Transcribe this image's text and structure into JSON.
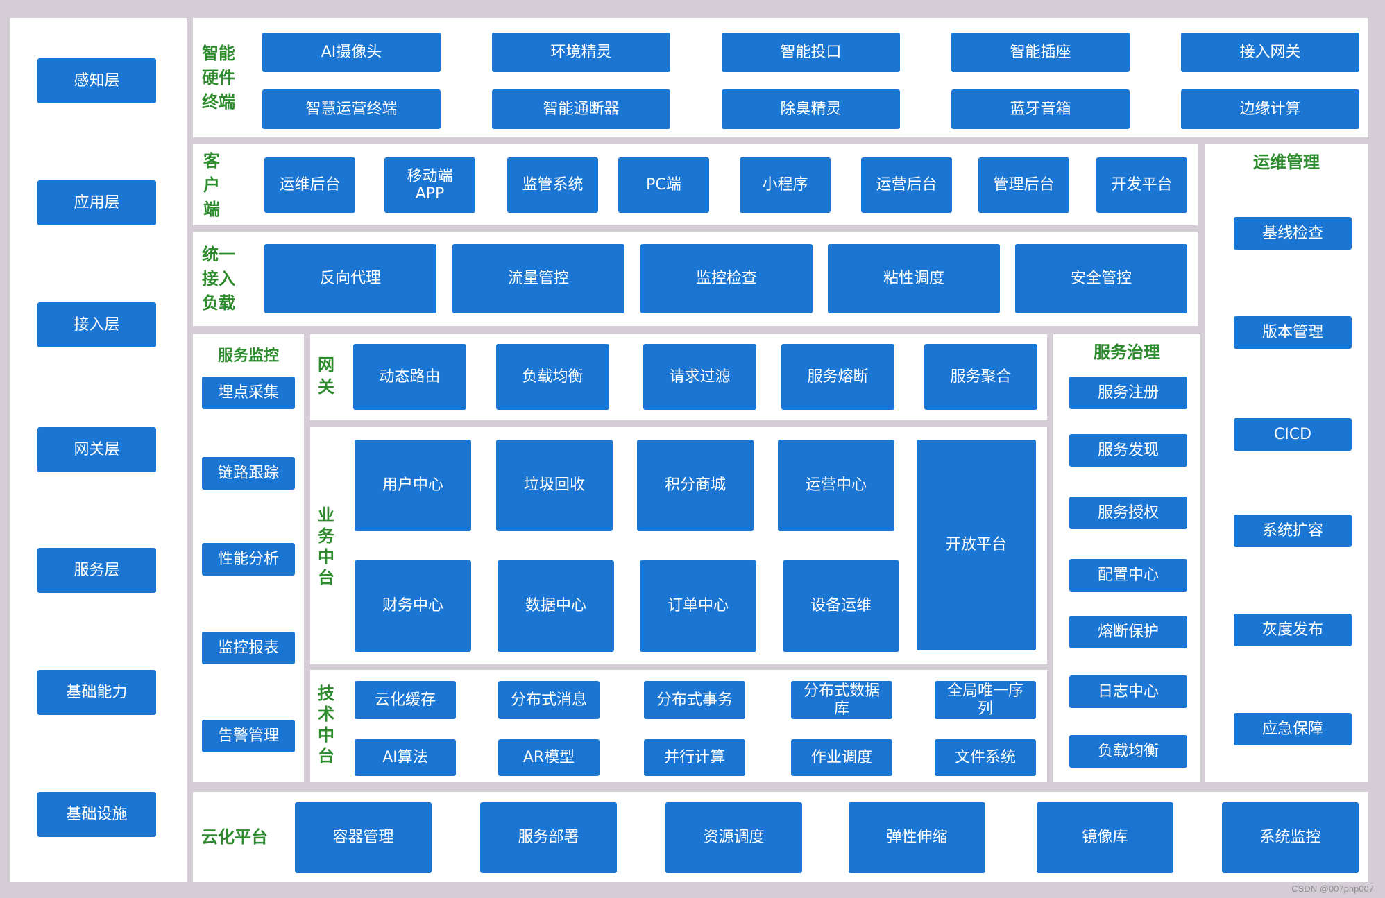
{
  "layers": [
    "感知层",
    "应用层",
    "接入层",
    "网关层",
    "服务层",
    "基础能力",
    "基础设施"
  ],
  "hardware": {
    "title": "智能\n硬件\n终端",
    "row1": [
      "AI摄像头",
      "环境精灵",
      "智能投口",
      "智能插座",
      "接入网关"
    ],
    "row2": [
      "智慧运营终端",
      "智能通断器",
      "除臭精灵",
      "蓝牙音箱",
      "边缘计算"
    ]
  },
  "client": {
    "title": "客\n户\n端",
    "items": [
      "运维后台",
      "移动端\nAPP",
      "监管系统",
      "PC端",
      "小程序",
      "运营后台",
      "管理后台",
      "开发平台"
    ]
  },
  "access": {
    "title": "统一\n接入\n负载",
    "items": [
      "反向代理",
      "流量管控",
      "监控检查",
      "粘性调度",
      "安全管控"
    ]
  },
  "ops": {
    "title": "运维管理",
    "items": [
      "基线检查",
      "版本管理",
      "CICD",
      "系统扩容",
      "灰度发布",
      "应急保障"
    ]
  },
  "monitor": {
    "title": "服务监控",
    "items": [
      "埋点采集",
      "链路跟踪",
      "性能分析",
      "监控报表",
      "告警管理"
    ]
  },
  "gateway": {
    "title": "网\n关",
    "items": [
      "动态路由",
      "负载均衡",
      "请求过滤",
      "服务熔断",
      "服务聚合"
    ]
  },
  "business": {
    "title": "业\n务\n中\n台",
    "row1": [
      "用户中心",
      "垃圾回收",
      "积分商城",
      "运营中心"
    ],
    "row2": [
      "财务中心",
      "数据中心",
      "订单中心",
      "设备运维"
    ],
    "big": "开放平台"
  },
  "tech": {
    "title": "技\n术\n中\n台",
    "row1": [
      "云化缓存",
      "分布式消息",
      "分布式事务",
      "分布式数据\n库",
      "全局唯一序\n列"
    ],
    "row2": [
      "AI算法",
      "AR模型",
      "并行计算",
      "作业调度",
      "文件系统"
    ]
  },
  "governance": {
    "title": "服务治理",
    "items": [
      "服务注册",
      "服务发现",
      "服务授权",
      "配置中心",
      "熔断保护",
      "日志中心",
      "负载均衡"
    ]
  },
  "cloud": {
    "title": "云化平台",
    "items": [
      "容器管理",
      "服务部署",
      "资源调度",
      "弹性伸缩",
      "镜像库",
      "系统监控"
    ]
  },
  "watermark": "CSDN @007php007",
  "colors": {
    "box": "#1a76d2",
    "label": "#2e8b2e",
    "background": "#d4cdd6",
    "panel": "#ffffff"
  }
}
